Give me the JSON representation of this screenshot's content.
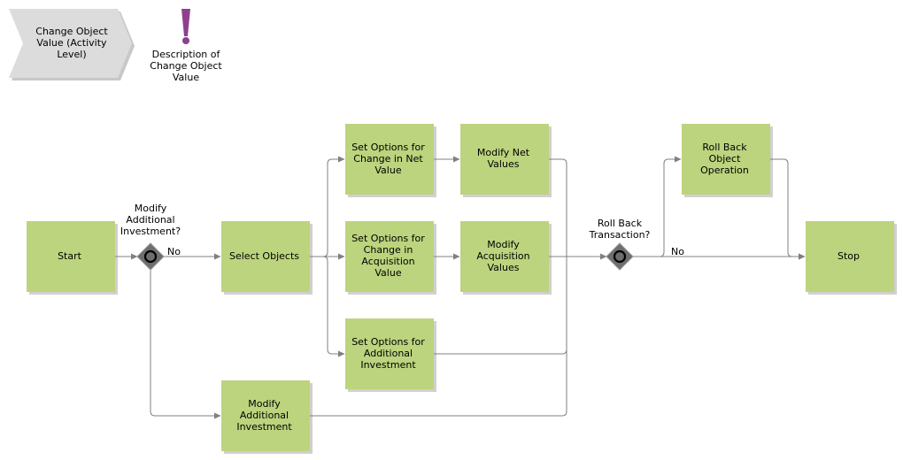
{
  "header": {
    "process_interface_label": "Change Object\nValue (Activity\nLevel)",
    "description_label": "Description of\nChange Object\nValue"
  },
  "nodes": {
    "start": "Start",
    "select_objects": "Select Objects",
    "options_net": "Set Options for\nChange in Net\nValue",
    "modify_net": "Modify Net\nValues",
    "options_acq": "Set Options for\nChange in\nAcquisition\nValue",
    "modify_acq": "Modify\nAcquisition\nValues",
    "options_add": "Set Options for\nAdditional\nInvestment",
    "modify_add": "Modify\nAdditional\nInvestment",
    "roll_back_op": "Roll Back Object\nOperation",
    "stop": "Stop"
  },
  "gateways": {
    "g1_question": "Modify\nAdditional\nInvestment?",
    "g1_no": "No",
    "g2_question": "Roll Back\nTransaction?",
    "g2_no": "No"
  },
  "colors": {
    "task_fill": "#bcd47d",
    "task_shadow": "#d0d0d0",
    "gateway_fill": "#7a7a7a",
    "connector": "#808080",
    "interface_fill": "#dcdcdc",
    "description_icon": "#8e3f8e"
  }
}
